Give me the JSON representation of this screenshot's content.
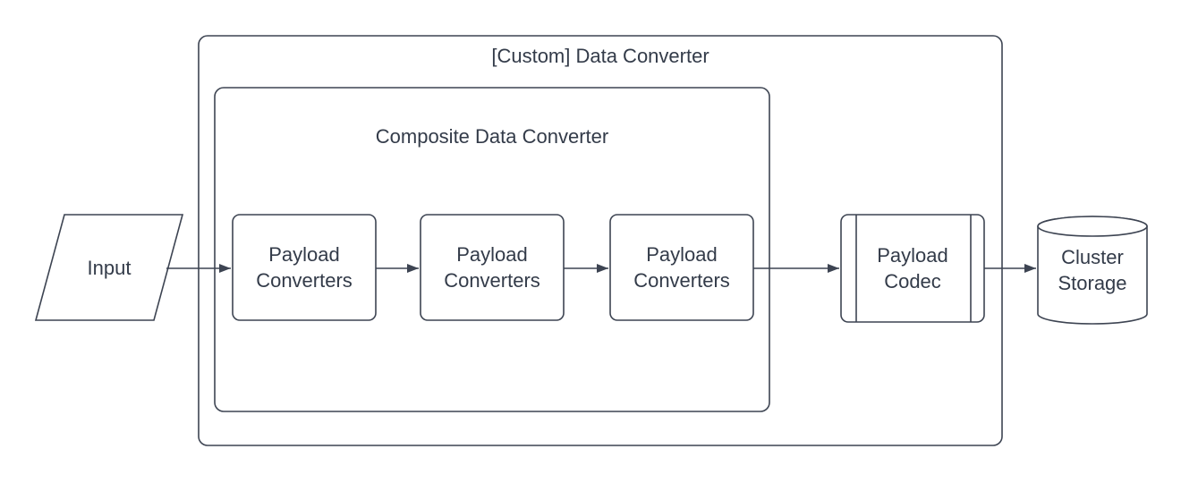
{
  "diagram": {
    "containers": {
      "custom_data_converter": {
        "title": "[Custom] Data Converter",
        "shape": "rounded-rectangle"
      },
      "composite_data_converter": {
        "title": "Composite Data Converter",
        "shape": "rounded-rectangle"
      }
    },
    "nodes": {
      "input": {
        "label": "Input",
        "shape": "parallelogram"
      },
      "payload_converter_1": {
        "label": "Payload Converters",
        "shape": "process-box"
      },
      "payload_converter_2": {
        "label": "Payload Converters",
        "shape": "process-box"
      },
      "payload_converter_3": {
        "label": "Payload Converters",
        "shape": "process-box"
      },
      "payload_codec": {
        "label": "Payload Codec",
        "shape": "predefined-process"
      },
      "cluster_storage": {
        "label": "Cluster Storage",
        "shape": "cylinder"
      }
    },
    "edges": [
      {
        "from": "input",
        "to": "payload_converter_1",
        "arrow": "right"
      },
      {
        "from": "payload_converter_1",
        "to": "payload_converter_2",
        "arrow": "right"
      },
      {
        "from": "payload_converter_2",
        "to": "payload_converter_3",
        "arrow": "right"
      },
      {
        "from": "payload_converter_3",
        "to": "payload_codec",
        "arrow": "right"
      },
      {
        "from": "payload_codec",
        "to": "cluster_storage",
        "arrow": "right"
      }
    ],
    "colors": {
      "stroke": "#3d4452",
      "text": "#333b49",
      "background": "#ffffff"
    }
  }
}
